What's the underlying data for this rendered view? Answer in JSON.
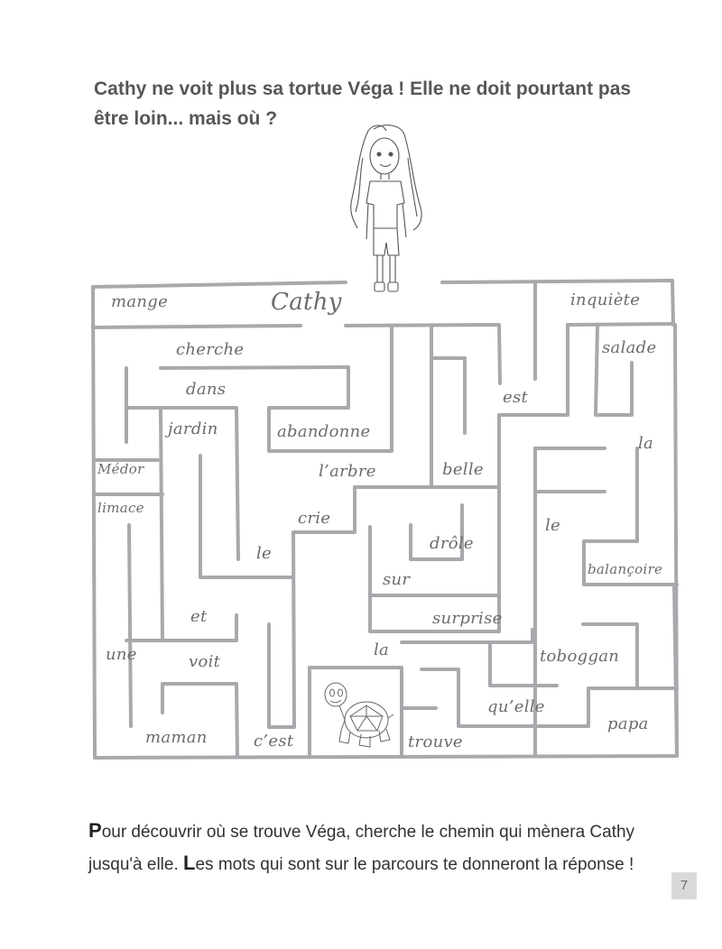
{
  "header": {
    "title_line1": "Cathy ne voit plus sa tortue Véga ! Elle ne doit pourtant pas",
    "title_line2": "être loin... mais où ?"
  },
  "illustrations": {
    "girl": "cathy-girl-illustration",
    "turtle": "vega-turtle-illustration"
  },
  "maze": {
    "wall_color": "#a7a9ac",
    "words": [
      {
        "id": "mange",
        "text": "mange"
      },
      {
        "id": "cathy",
        "text": "Cathy"
      },
      {
        "id": "inquiete",
        "text": "inquiète"
      },
      {
        "id": "cherche",
        "text": "cherche"
      },
      {
        "id": "salade",
        "text": "salade"
      },
      {
        "id": "dans",
        "text": "dans"
      },
      {
        "id": "est",
        "text": "est"
      },
      {
        "id": "jardin",
        "text": "jardin"
      },
      {
        "id": "abandonne",
        "text": "abandonne"
      },
      {
        "id": "la1",
        "text": "la"
      },
      {
        "id": "medor",
        "text": "Médor"
      },
      {
        "id": "larbre",
        "text": "l’arbre"
      },
      {
        "id": "belle",
        "text": "belle"
      },
      {
        "id": "limace",
        "text": "limace"
      },
      {
        "id": "crie",
        "text": "crie"
      },
      {
        "id": "le1",
        "text": "le"
      },
      {
        "id": "drole",
        "text": "drôle"
      },
      {
        "id": "le2",
        "text": "le"
      },
      {
        "id": "sur",
        "text": "sur"
      },
      {
        "id": "balancoire",
        "text": "balançoire"
      },
      {
        "id": "et",
        "text": "et"
      },
      {
        "id": "surprise",
        "text": "surprise"
      },
      {
        "id": "une",
        "text": "une"
      },
      {
        "id": "voit",
        "text": "voit"
      },
      {
        "id": "la2",
        "text": "la"
      },
      {
        "id": "toboggan",
        "text": "toboggan"
      },
      {
        "id": "quelle",
        "text": "qu’elle"
      },
      {
        "id": "papa",
        "text": "papa"
      },
      {
        "id": "maman",
        "text": "maman"
      },
      {
        "id": "cest",
        "text": "c’est"
      },
      {
        "id": "trouve",
        "text": "trouve"
      }
    ]
  },
  "instructions": {
    "initial_p": "P",
    "line1_rest": "our découvrir où se trouve Véga, cherche le chemin qui mènera Cathy",
    "line2_start": "jusqu'à elle. ",
    "initial_l": "L",
    "line2_rest": "es mots qui sont sur le parcours te donneront la réponse !"
  },
  "footer": {
    "page_number": "7",
    "page_number_bg": "#d9d9d9"
  }
}
